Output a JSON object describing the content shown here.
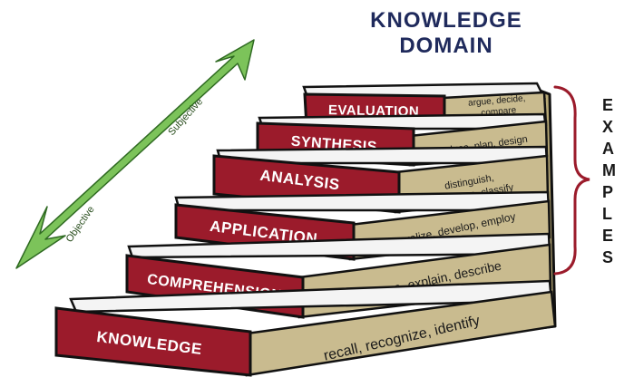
{
  "title": {
    "line1": "KNOWLEDGE",
    "line2": "DOMAIN"
  },
  "arrow": {
    "top_label": "Subjective",
    "bottom_label": "Objective",
    "color": "#7cc35a"
  },
  "steps": [
    {
      "level": "KNOWLEDGE",
      "verbs": [
        "recall, recognize, identify"
      ]
    },
    {
      "level": "COMPREHENSION",
      "verbs": [
        "paraphase, explain, describe"
      ]
    },
    {
      "level": "APPLICATION",
      "verbs": [
        "generalize, develop, employ"
      ]
    },
    {
      "level": "ANALYSIS",
      "verbs": [
        "distinguish,",
        "restructure, classify"
      ]
    },
    {
      "level": "SYNTHESIS",
      "verbs": [
        "produce, plan, design"
      ]
    },
    {
      "level": "EVALUATION",
      "verbs": [
        "argue, decide,",
        "compare"
      ]
    }
  ],
  "examples": {
    "letters": [
      "E",
      "X",
      "A",
      "M",
      "P",
      "L",
      "E",
      "S"
    ]
  },
  "colors": {
    "step_red": "#9b1b2b",
    "riser_tan": "#c9bb8f",
    "title_navy": "#1f2a5c"
  }
}
